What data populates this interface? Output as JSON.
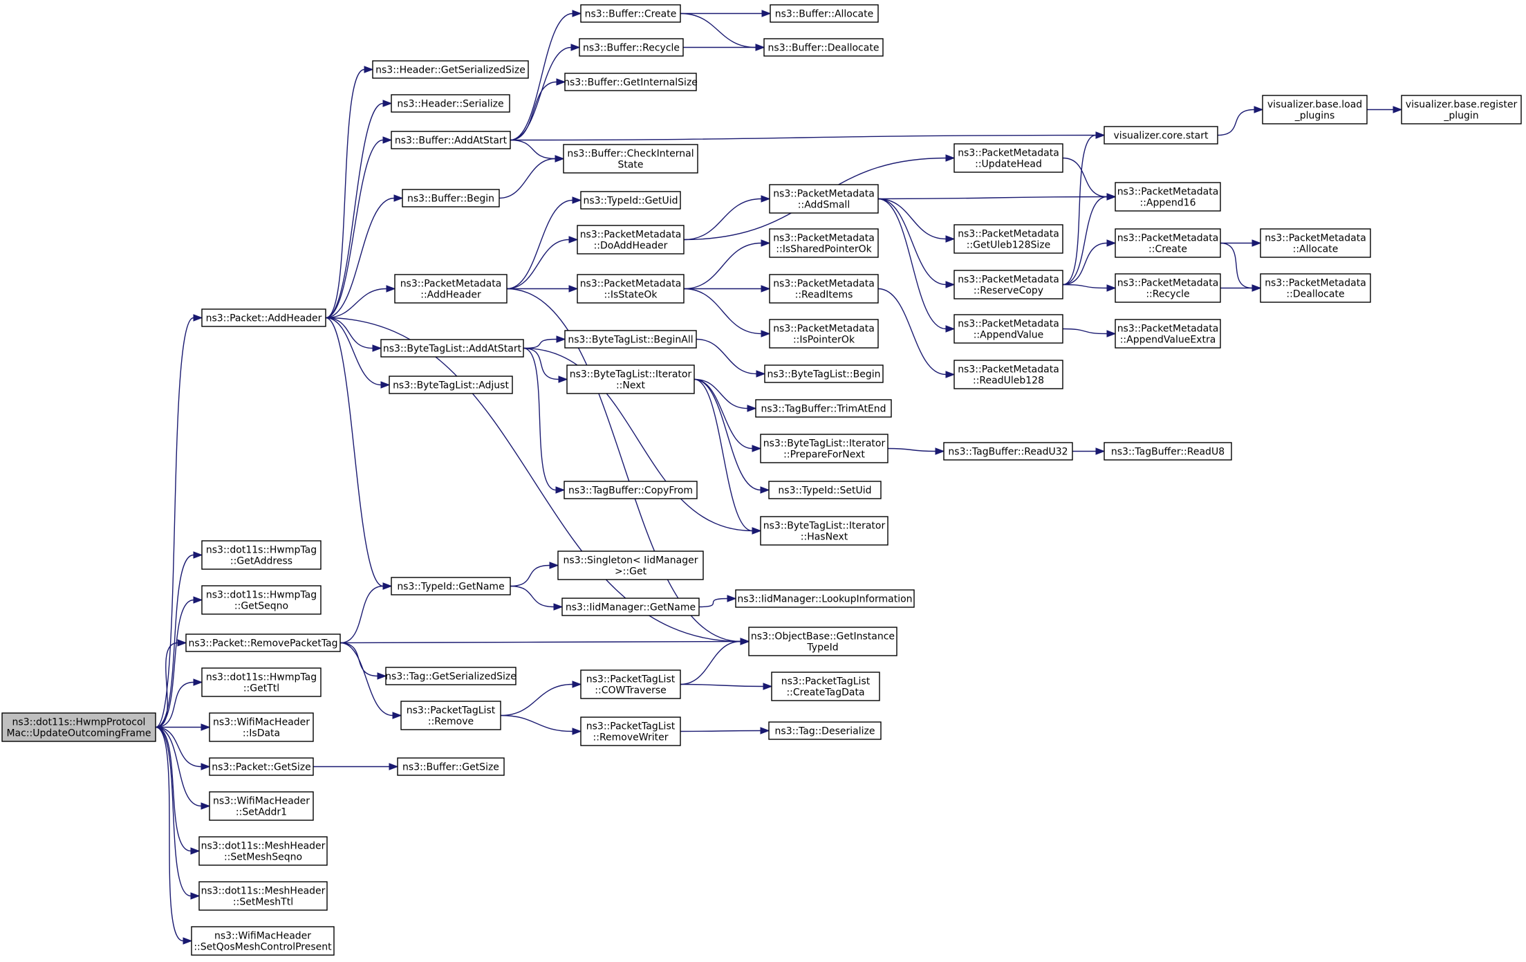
{
  "diagram": {
    "type": "call-graph",
    "colors": {
      "edge": "#191970",
      "root_fill": "#bfbfbf",
      "node_fill": "#ffffff",
      "node_border": "#000000"
    },
    "nodes": [
      {
        "id": "root",
        "lines": [
          "ns3::dot11s::HwmpProtocol",
          "Mac::UpdateOutcomingFrame"
        ],
        "root": true
      },
      {
        "id": "pkt_addheader",
        "lines": [
          "ns3::Packet::AddHeader"
        ]
      },
      {
        "id": "hwmptag_getaddress",
        "lines": [
          "ns3::dot11s::HwmpTag",
          "::GetAddress"
        ]
      },
      {
        "id": "hwmptag_getseqno",
        "lines": [
          "ns3::dot11s::HwmpTag",
          "::GetSeqno"
        ]
      },
      {
        "id": "pkt_removepackettag",
        "lines": [
          "ns3::Packet::RemovePacketTag"
        ]
      },
      {
        "id": "hwmptag_getttl",
        "lines": [
          "ns3::dot11s::HwmpTag",
          "::GetTtl"
        ]
      },
      {
        "id": "wifimac_isdata",
        "lines": [
          "ns3::WifiMacHeader",
          "::IsData"
        ]
      },
      {
        "id": "pkt_getsize",
        "lines": [
          "ns3::Packet::GetSize"
        ]
      },
      {
        "id": "wifimac_setaddr1",
        "lines": [
          "ns3::WifiMacHeader",
          "::SetAddr1"
        ]
      },
      {
        "id": "mesh_setmeshseqno",
        "lines": [
          "ns3::dot11s::MeshHeader",
          "::SetMeshSeqno"
        ]
      },
      {
        "id": "mesh_setmeshttl",
        "lines": [
          "ns3::dot11s::MeshHeader",
          "::SetMeshTtl"
        ]
      },
      {
        "id": "wifimac_setqos",
        "lines": [
          "ns3::WifiMacHeader",
          "::SetQosMeshControlPresent"
        ]
      },
      {
        "id": "hdr_getserializedsize",
        "lines": [
          "ns3::Header::GetSerializedSize"
        ]
      },
      {
        "id": "hdr_serialize",
        "lines": [
          "ns3::Header::Serialize"
        ]
      },
      {
        "id": "buf_addatstart",
        "lines": [
          "ns3::Buffer::AddAtStart"
        ]
      },
      {
        "id": "buf_begin",
        "lines": [
          "ns3::Buffer::Begin"
        ]
      },
      {
        "id": "pm_addheader",
        "lines": [
          "ns3::PacketMetadata",
          "::AddHeader"
        ]
      },
      {
        "id": "btl_addatstart",
        "lines": [
          "ns3::ByteTagList::AddAtStart"
        ]
      },
      {
        "id": "btl_adjust",
        "lines": [
          "ns3::ByteTagList::Adjust"
        ]
      },
      {
        "id": "typeid_getname",
        "lines": [
          "ns3::TypeId::GetName"
        ]
      },
      {
        "id": "tag_getserializedsize",
        "lines": [
          "ns3::Tag::GetSerializedSize"
        ]
      },
      {
        "id": "ptl_remove",
        "lines": [
          "ns3::PacketTagList",
          "::Remove"
        ]
      },
      {
        "id": "buf_getsize",
        "lines": [
          "ns3::Buffer::GetSize"
        ]
      },
      {
        "id": "buf_create",
        "lines": [
          "ns3::Buffer::Create"
        ]
      },
      {
        "id": "buf_recycle",
        "lines": [
          "ns3::Buffer::Recycle"
        ]
      },
      {
        "id": "buf_getinternalsize",
        "lines": [
          "ns3::Buffer::GetInternalSize"
        ]
      },
      {
        "id": "buf_checkinternal",
        "lines": [
          "ns3::Buffer::CheckInternal",
          "State"
        ]
      },
      {
        "id": "typeid_getuid",
        "lines": [
          "ns3::TypeId::GetUid"
        ]
      },
      {
        "id": "pm_doaddheader",
        "lines": [
          "ns3::PacketMetadata",
          "::DoAddHeader"
        ]
      },
      {
        "id": "pm_isstateok",
        "lines": [
          "ns3::PacketMetadata",
          "::IsStateOk"
        ]
      },
      {
        "id": "btl_beginall",
        "lines": [
          "ns3::ByteTagList::BeginAll"
        ]
      },
      {
        "id": "btl_iter_next",
        "lines": [
          "ns3::ByteTagList::Iterator",
          "::Next"
        ]
      },
      {
        "id": "tagbuf_copyfrom",
        "lines": [
          "ns3::TagBuffer::CopyFrom"
        ]
      },
      {
        "id": "singleton_get",
        "lines": [
          "ns3::Singleton< IidManager",
          " >::Get"
        ]
      },
      {
        "id": "iid_getname",
        "lines": [
          "ns3::IidManager::GetName"
        ]
      },
      {
        "id": "ptl_cowtraverse",
        "lines": [
          "ns3::PacketTagList",
          "::COWTraverse"
        ]
      },
      {
        "id": "ptl_removewriter",
        "lines": [
          "ns3::PacketTagList",
          "::RemoveWriter"
        ]
      },
      {
        "id": "buf_allocate",
        "lines": [
          "ns3::Buffer::Allocate"
        ]
      },
      {
        "id": "buf_deallocate",
        "lines": [
          "ns3::Buffer::Deallocate"
        ]
      },
      {
        "id": "vis_core_start",
        "lines": [
          "visualizer.core.start"
        ]
      },
      {
        "id": "pm_addsmall",
        "lines": [
          "ns3::PacketMetadata",
          "::AddSmall"
        ]
      },
      {
        "id": "pm_issharedptrok",
        "lines": [
          "ns3::PacketMetadata",
          "::IsSharedPointerOk"
        ]
      },
      {
        "id": "pm_readitems",
        "lines": [
          "ns3::PacketMetadata",
          "::ReadItems"
        ]
      },
      {
        "id": "pm_ispointerok",
        "lines": [
          "ns3::PacketMetadata",
          "::IsPointerOk"
        ]
      },
      {
        "id": "btl_begin",
        "lines": [
          "ns3::ByteTagList::Begin"
        ]
      },
      {
        "id": "tagbuf_trimatend",
        "lines": [
          "ns3::TagBuffer::TrimAtEnd"
        ]
      },
      {
        "id": "btl_iter_prepare",
        "lines": [
          "ns3::ByteTagList::Iterator",
          "::PrepareForNext"
        ]
      },
      {
        "id": "typeid_setuid",
        "lines": [
          "ns3::TypeId::SetUid"
        ]
      },
      {
        "id": "btl_iter_hasnext",
        "lines": [
          "ns3::ByteTagList::Iterator",
          "::HasNext"
        ]
      },
      {
        "id": "iid_lookupinfo",
        "lines": [
          "ns3::IidManager::LookupInformation"
        ]
      },
      {
        "id": "objbase_getinstancetypeid",
        "lines": [
          "ns3::ObjectBase::GetInstance",
          "TypeId"
        ]
      },
      {
        "id": "ptl_createtagdata",
        "lines": [
          "ns3::PacketTagList",
          "::CreateTagData"
        ]
      },
      {
        "id": "tag_deserialize",
        "lines": [
          "ns3::Tag::Deserialize"
        ]
      },
      {
        "id": "pm_updatehead",
        "lines": [
          "ns3::PacketMetadata",
          "::UpdateHead"
        ]
      },
      {
        "id": "pm_getuleb128size",
        "lines": [
          "ns3::PacketMetadata",
          "::GetUleb128Size"
        ]
      },
      {
        "id": "pm_reservecopy",
        "lines": [
          "ns3::PacketMetadata",
          "::ReserveCopy"
        ]
      },
      {
        "id": "pm_appendvalue",
        "lines": [
          "ns3::PacketMetadata",
          "::AppendValue"
        ]
      },
      {
        "id": "pm_readuleb128",
        "lines": [
          "ns3::PacketMetadata",
          "::ReadUleb128"
        ]
      },
      {
        "id": "tagbuf_readu32",
        "lines": [
          "ns3::TagBuffer::ReadU32"
        ]
      },
      {
        "id": "vis_base_load",
        "lines": [
          "visualizer.base.load",
          "_plugins"
        ]
      },
      {
        "id": "pm_append16",
        "lines": [
          "ns3::PacketMetadata",
          "::Append16"
        ]
      },
      {
        "id": "pm_create",
        "lines": [
          "ns3::PacketMetadata",
          "::Create"
        ]
      },
      {
        "id": "pm_recycle",
        "lines": [
          "ns3::PacketMetadata",
          "::Recycle"
        ]
      },
      {
        "id": "pm_appendvalueextra",
        "lines": [
          "ns3::PacketMetadata",
          "::AppendValueExtra"
        ]
      },
      {
        "id": "tagbuf_readu8",
        "lines": [
          "ns3::TagBuffer::ReadU8"
        ]
      },
      {
        "id": "vis_base_register",
        "lines": [
          "visualizer.base.register",
          "_plugin"
        ]
      },
      {
        "id": "pm_allocate",
        "lines": [
          "ns3::PacketMetadata",
          "::Allocate"
        ]
      },
      {
        "id": "pm_deallocate",
        "lines": [
          "ns3::PacketMetadata",
          "::Deallocate"
        ]
      }
    ],
    "edges": [
      [
        "root",
        "pkt_addheader"
      ],
      [
        "root",
        "hwmptag_getaddress"
      ],
      [
        "root",
        "hwmptag_getseqno"
      ],
      [
        "root",
        "pkt_removepackettag"
      ],
      [
        "root",
        "hwmptag_getttl"
      ],
      [
        "root",
        "wifimac_isdata"
      ],
      [
        "root",
        "pkt_getsize"
      ],
      [
        "root",
        "wifimac_setaddr1"
      ],
      [
        "root",
        "mesh_setmeshseqno"
      ],
      [
        "root",
        "mesh_setmeshttl"
      ],
      [
        "root",
        "wifimac_setqos"
      ],
      [
        "pkt_addheader",
        "hdr_getserializedsize"
      ],
      [
        "pkt_addheader",
        "hdr_serialize"
      ],
      [
        "pkt_addheader",
        "buf_addatstart"
      ],
      [
        "pkt_addheader",
        "buf_begin"
      ],
      [
        "pkt_addheader",
        "pm_addheader"
      ],
      [
        "pkt_addheader",
        "btl_addatstart"
      ],
      [
        "pkt_addheader",
        "btl_adjust"
      ],
      [
        "pkt_addheader",
        "typeid_getname"
      ],
      [
        "pkt_addheader",
        "objbase_getinstancetypeid"
      ],
      [
        "pkt_removepackettag",
        "typeid_getname"
      ],
      [
        "pkt_removepackettag",
        "objbase_getinstancetypeid"
      ],
      [
        "pkt_removepackettag",
        "tag_getserializedsize"
      ],
      [
        "pkt_removepackettag",
        "ptl_remove"
      ],
      [
        "pkt_getsize",
        "buf_getsize"
      ],
      [
        "buf_addatstart",
        "buf_create"
      ],
      [
        "buf_addatstart",
        "buf_recycle"
      ],
      [
        "buf_addatstart",
        "buf_getinternalsize"
      ],
      [
        "buf_addatstart",
        "buf_checkinternal"
      ],
      [
        "buf_addatstart",
        "vis_core_start"
      ],
      [
        "buf_begin",
        "buf_checkinternal"
      ],
      [
        "pm_addheader",
        "typeid_getuid"
      ],
      [
        "pm_addheader",
        "pm_doaddheader"
      ],
      [
        "pm_addheader",
        "pm_isstateok"
      ],
      [
        "pm_addheader",
        "objbase_getinstancetypeid"
      ],
      [
        "btl_addatstart",
        "btl_beginall"
      ],
      [
        "btl_addatstart",
        "btl_iter_next"
      ],
      [
        "btl_addatstart",
        "tagbuf_copyfrom"
      ],
      [
        "btl_addatstart",
        "btl_iter_hasnext"
      ],
      [
        "typeid_getname",
        "singleton_get"
      ],
      [
        "typeid_getname",
        "iid_getname"
      ],
      [
        "iid_getname",
        "iid_lookupinfo"
      ],
      [
        "ptl_remove",
        "ptl_cowtraverse"
      ],
      [
        "ptl_remove",
        "ptl_removewriter"
      ],
      [
        "ptl_cowtraverse",
        "objbase_getinstancetypeid"
      ],
      [
        "ptl_cowtraverse",
        "ptl_createtagdata"
      ],
      [
        "ptl_removewriter",
        "tag_deserialize"
      ],
      [
        "buf_create",
        "buf_allocate"
      ],
      [
        "buf_create",
        "buf_deallocate"
      ],
      [
        "buf_recycle",
        "buf_deallocate"
      ],
      [
        "vis_core_start",
        "vis_base_load"
      ],
      [
        "vis_base_load",
        "vis_base_register"
      ],
      [
        "pm_doaddheader",
        "pm_updatehead"
      ],
      [
        "pm_doaddheader",
        "pm_addsmall"
      ],
      [
        "pm_isstateok",
        "pm_issharedptrok"
      ],
      [
        "pm_isstateok",
        "pm_readitems"
      ],
      [
        "pm_isstateok",
        "pm_ispointerok"
      ],
      [
        "pm_readitems",
        "pm_readuleb128"
      ],
      [
        "btl_beginall",
        "btl_begin"
      ],
      [
        "btl_iter_next",
        "tagbuf_trimatend"
      ],
      [
        "btl_iter_next",
        "btl_iter_prepare"
      ],
      [
        "btl_iter_next",
        "typeid_setuid"
      ],
      [
        "btl_iter_next",
        "btl_iter_hasnext"
      ],
      [
        "btl_iter_prepare",
        "tagbuf_readu32"
      ],
      [
        "tagbuf_readu32",
        "tagbuf_readu8"
      ],
      [
        "pm_updatehead",
        "pm_append16"
      ],
      [
        "pm_addsmall",
        "pm_append16"
      ],
      [
        "pm_addsmall",
        "pm_getuleb128size"
      ],
      [
        "pm_addsmall",
        "pm_reservecopy"
      ],
      [
        "pm_addsmall",
        "pm_appendvalue"
      ],
      [
        "pm_reservecopy",
        "vis_core_start"
      ],
      [
        "pm_reservecopy",
        "pm_append16"
      ],
      [
        "pm_reservecopy",
        "pm_create"
      ],
      [
        "pm_reservecopy",
        "pm_recycle"
      ],
      [
        "pm_appendvalue",
        "pm_appendvalueextra"
      ],
      [
        "pm_create",
        "pm_allocate"
      ],
      [
        "pm_create",
        "pm_deallocate"
      ],
      [
        "pm_recycle",
        "pm_deallocate"
      ]
    ]
  }
}
